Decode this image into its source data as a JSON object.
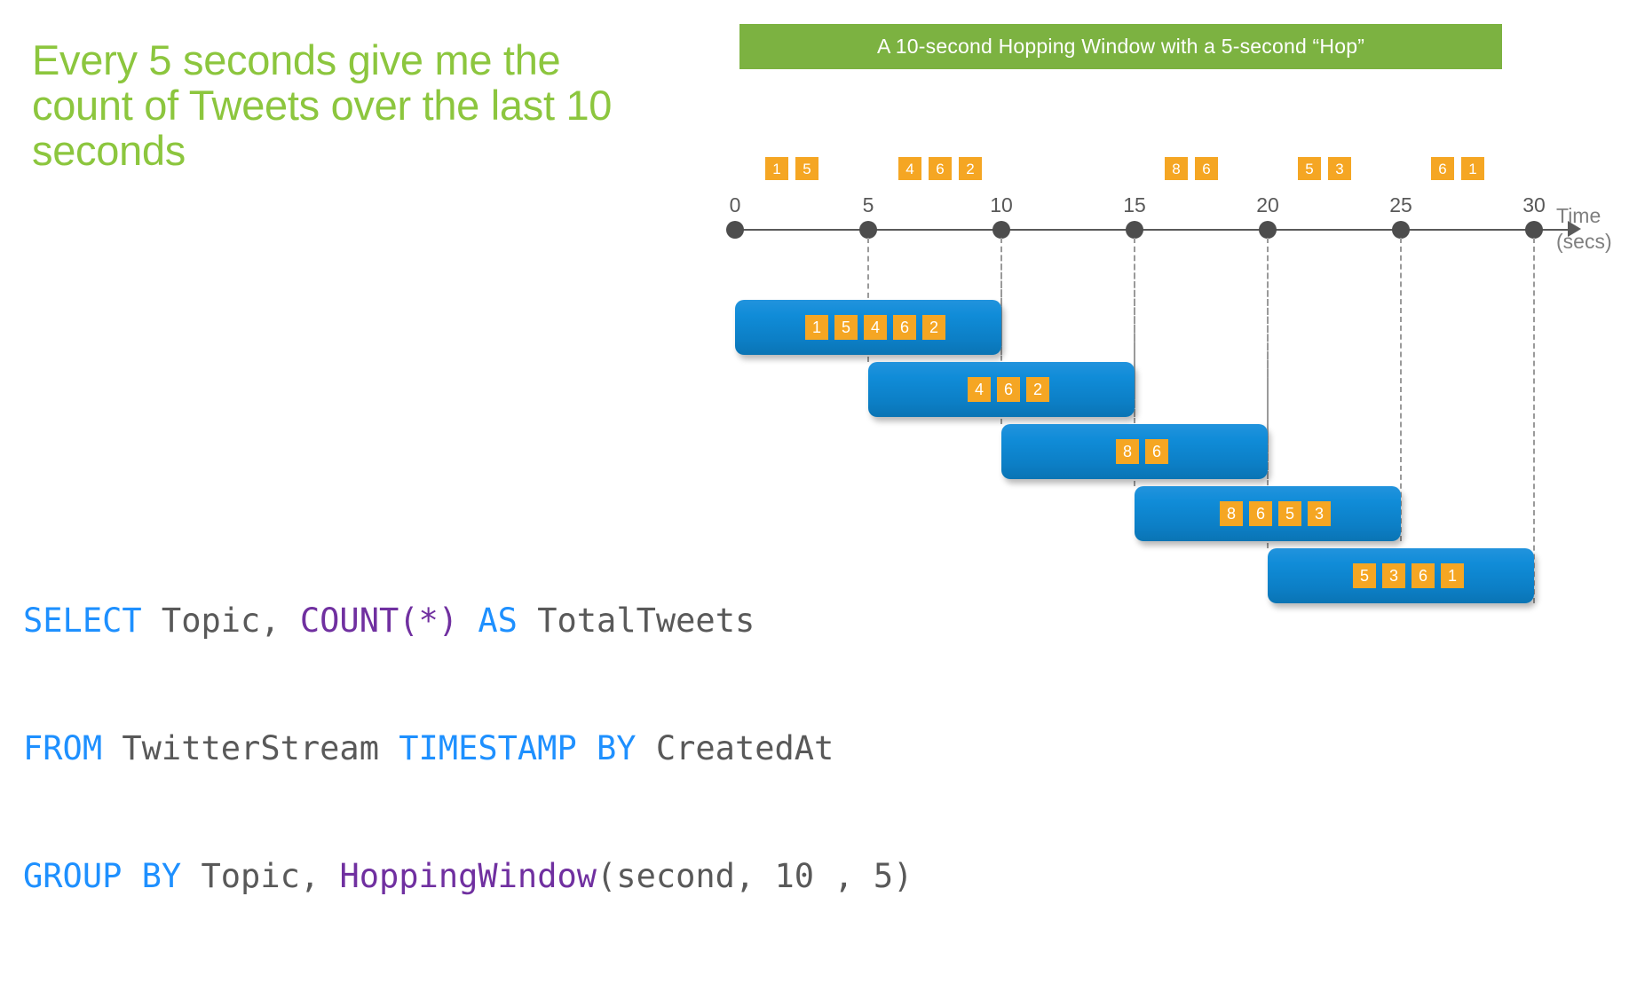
{
  "headline": "Every 5 seconds give me the count of Tweets over the last 10 seconds",
  "banner": {
    "text": "A 10-second Hopping Window with a 5-second “Hop”",
    "color": "#7CB241"
  },
  "axis": {
    "label_line1": "Time",
    "label_line2": "(secs)",
    "ticks": [
      "0",
      "5",
      "10",
      "15",
      "20",
      "25",
      "30"
    ]
  },
  "colors": {
    "heading_green": "#8CC63E",
    "banner_green": "#7CB241",
    "event_orange": "#F5A623",
    "window_blue": "#0C7FC6",
    "axis_gray": "#595959",
    "sql_keyword": "#1E90FF",
    "sql_function": "#7030A0",
    "sql_plain": "#595959"
  },
  "events": [
    {
      "time": "0",
      "values": [
        "1",
        "5"
      ]
    },
    {
      "time": "5",
      "values": [
        "4",
        "6",
        "2"
      ]
    },
    {
      "time": "15",
      "values": [
        "8",
        "6"
      ]
    },
    {
      "time": "20",
      "values": [
        "5",
        "3"
      ]
    },
    {
      "time": "25",
      "values": [
        "6",
        "1"
      ]
    }
  ],
  "windows": [
    {
      "start": "0",
      "end": "10",
      "values": [
        "1",
        "5",
        "4",
        "6",
        "2"
      ]
    },
    {
      "start": "5",
      "end": "15",
      "values": [
        "4",
        "6",
        "2"
      ]
    },
    {
      "start": "10",
      "end": "20",
      "values": [
        "8",
        "6"
      ]
    },
    {
      "start": "15",
      "end": "25",
      "values": [
        "8",
        "6",
        "5",
        "3"
      ]
    },
    {
      "start": "20",
      "end": "30",
      "values": [
        "5",
        "3",
        "6",
        "1"
      ]
    }
  ],
  "sql": {
    "line1": [
      {
        "t": "SELECT",
        "c": "kw"
      },
      {
        "t": " Topic, ",
        "c": "plain"
      },
      {
        "t": "COUNT(*)",
        "c": "fn"
      },
      {
        "t": " ",
        "c": "plain"
      },
      {
        "t": "AS",
        "c": "kw"
      },
      {
        "t": " TotalTweets",
        "c": "plain"
      }
    ],
    "line2": [
      {
        "t": "FROM",
        "c": "kw"
      },
      {
        "t": " TwitterStream ",
        "c": "plain"
      },
      {
        "t": "TIMESTAMP BY",
        "c": "kw"
      },
      {
        "t": " CreatedAt",
        "c": "plain"
      }
    ],
    "line3": [
      {
        "t": "GROUP BY",
        "c": "kw"
      },
      {
        "t": " Topic, ",
        "c": "plain"
      },
      {
        "t": "HoppingWindow",
        "c": "fn"
      },
      {
        "t": "(second, 10 , 5)",
        "c": "plain"
      }
    ]
  },
  "chart_data": {
    "type": "timeline",
    "title": "A 10-second Hopping Window with a 5-second “Hop”",
    "xlabel": "Time (secs)",
    "xlim": [
      0,
      30
    ],
    "xticks": [
      0,
      5,
      10,
      15,
      20,
      25,
      30
    ],
    "grid": false,
    "legend": "none",
    "event_groups": [
      {
        "at": 0,
        "values": [
          1,
          5
        ]
      },
      {
        "at": 5,
        "values": [
          4,
          6,
          2
        ]
      },
      {
        "at": 15,
        "values": [
          8,
          6
        ]
      },
      {
        "at": 20,
        "values": [
          5,
          3
        ]
      },
      {
        "at": 25,
        "values": [
          6,
          1
        ]
      }
    ],
    "windows": [
      {
        "start": 0,
        "end": 10,
        "values": [
          1,
          5,
          4,
          6,
          2
        ],
        "count": 5
      },
      {
        "start": 5,
        "end": 15,
        "values": [
          4,
          6,
          2
        ],
        "count": 3
      },
      {
        "start": 10,
        "end": 20,
        "values": [
          8,
          6
        ],
        "count": 2
      },
      {
        "start": 15,
        "end": 25,
        "values": [
          8,
          6,
          5,
          3
        ],
        "count": 4
      },
      {
        "start": 20,
        "end": 30,
        "values": [
          5,
          3,
          6,
          1
        ],
        "count": 4
      }
    ]
  }
}
